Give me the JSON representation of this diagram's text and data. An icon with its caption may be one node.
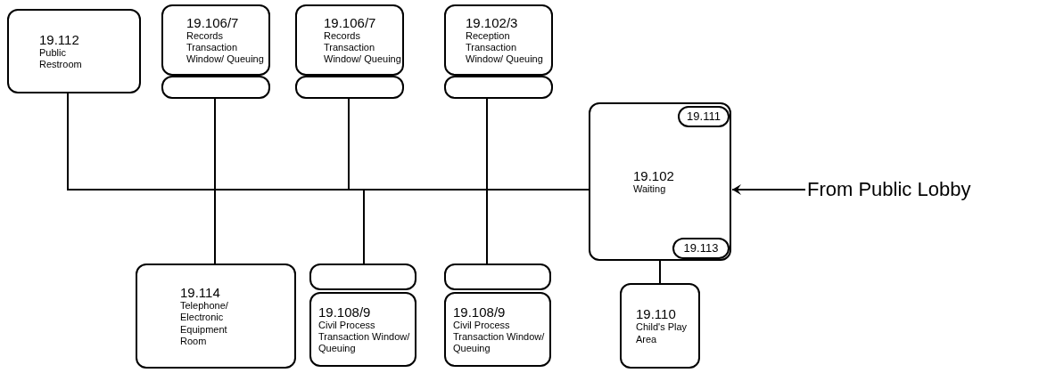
{
  "diagram": {
    "nodes": [
      {
        "text": [
          "19.112",
          "Public Restroom"
        ]
      },
      {
        "text": [
          "19.106/7",
          "Records Transaction Window/ Queuing"
        ]
      },
      {
        "text": [],
        "shape": "box"
      },
      {
        "text": [
          "19.106/7",
          "Records Transaction Window/ Queuing"
        ]
      },
      {
        "text": [],
        "shape": "box"
      },
      {
        "text": [
          "19.102/3",
          "Reception Transaction Window/ Queuing"
        ]
      },
      {
        "text": [],
        "shape": "box"
      },
      {
        "text": [
          "19.102",
          "Waiting"
        ]
      },
      {
        "text": [
          "19.111"
        ],
        "in": 7
      },
      {
        "text": [
          "19.113"
        ],
        "in": 7
      },
      {
        "text": [
          "19.114",
          "Telephone/ Electronic Equipment Room"
        ]
      },
      {
        "text": [],
        "shape": "box"
      },
      {
        "text": [
          "19.108/9",
          "Civil Process Transaction Window/ Queuing"
        ]
      },
      {
        "text": [],
        "shape": "box"
      },
      {
        "text": [
          "19.108/9",
          "Civil Process Transaction Window/ Queuing"
        ]
      },
      {
        "text": [
          "19.110",
          "Child's Play Area"
        ]
      },
      {
        "text": [
          "From Public Lobby"
        ]
      }
    ],
    "edges": [
      {
        "from": 0,
        "to": 7,
        "arrow": "none"
      },
      {
        "from": 2,
        "to": 7,
        "arrow": "none"
      },
      {
        "from": 4,
        "to": 7,
        "arrow": "none"
      },
      {
        "from": 6,
        "to": 7,
        "arrow": "none"
      },
      {
        "from": 10,
        "to": 7,
        "arrow": "none"
      },
      {
        "from": 11,
        "to": 7,
        "arrow": "none"
      },
      {
        "from": 13,
        "to": 7,
        "arrow": "none"
      },
      {
        "from": 7,
        "to": 15,
        "arrow": "none"
      },
      {
        "from": 16,
        "to": 7,
        "arrow": "to"
      }
    ]
  }
}
